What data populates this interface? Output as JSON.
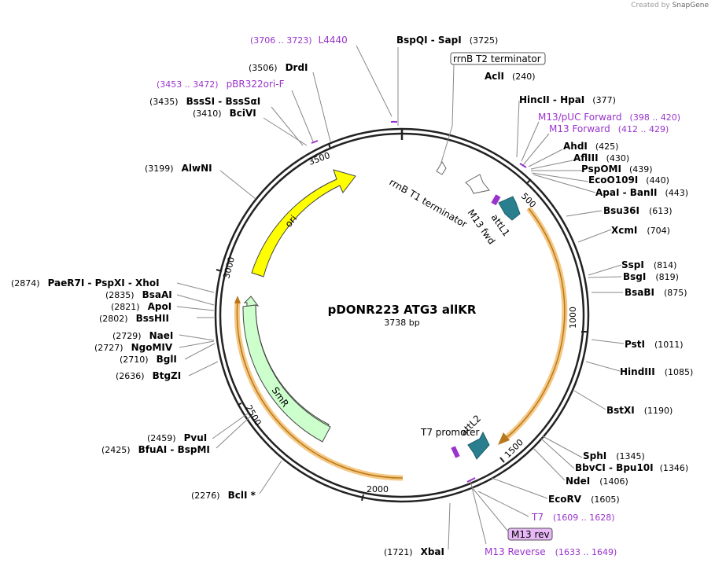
{
  "credit": {
    "prefix": "Created by",
    "brand": "SnapGene"
  },
  "plasmid": {
    "name": "pDONR223 ATG3 allKR",
    "length": "3738 bp"
  },
  "ticks": [
    "500",
    "1000",
    "1500",
    "2000",
    "2500",
    "3000",
    "3500"
  ],
  "features": {
    "ori": "ori",
    "smr": "SmR",
    "rrnb_t1": "rrnB T1 terminator",
    "m13fwd": "M13 fwd",
    "attl1": "attL1",
    "t7prom": "T7 promoter",
    "attl2": "attL2",
    "rrnb_t2": "rrnB T2 terminator",
    "m13rev": "M13 rev"
  },
  "labels": [
    {
      "pos": "(3706 .. 3723)",
      "name": "L4440",
      "color": "#9933cc"
    },
    {
      "name": "BspQI  -  SapI",
      "pos": "(3725)",
      "color": "#000"
    },
    {
      "pos": "(3506)",
      "name": "DrdI",
      "color": "#000"
    },
    {
      "pos": "(3453 .. 3472)",
      "name": "pBR322ori-F",
      "color": "#9933cc"
    },
    {
      "pos": "(3435)",
      "name": "BssSI  -  BssSαI",
      "color": "#000"
    },
    {
      "pos": "(3410)",
      "name": "BciVI",
      "color": "#000"
    },
    {
      "pos": "(3199)",
      "name": "AlwNI",
      "color": "#000"
    },
    {
      "name": "AclI",
      "pos": "(240)",
      "color": "#000"
    },
    {
      "name": "HincII  -  HpaI",
      "pos": "(377)",
      "color": "#000"
    },
    {
      "name": "M13/pUC Forward",
      "pos": "(398 .. 420)",
      "color": "#9933cc"
    },
    {
      "name": "M13 Forward",
      "pos": "(412 .. 429)",
      "color": "#9933cc"
    },
    {
      "name": "AhdI",
      "pos": "(425)",
      "color": "#000"
    },
    {
      "name": "AflIII",
      "pos": "(430)",
      "color": "#000"
    },
    {
      "name": "PspOMI",
      "pos": "(439)",
      "color": "#000"
    },
    {
      "name": "EcoO109I",
      "pos": "(440)",
      "color": "#000"
    },
    {
      "name": "ApaI  -  BanII",
      "pos": "(443)",
      "color": "#000"
    },
    {
      "name": "Bsu36I",
      "pos": "(613)",
      "color": "#000"
    },
    {
      "name": "XcmI",
      "pos": "(704)",
      "color": "#000"
    },
    {
      "name": "SspI",
      "pos": "(814)",
      "color": "#000"
    },
    {
      "name": "BsgI",
      "pos": "(819)",
      "color": "#000"
    },
    {
      "name": "BsaBI",
      "pos": "(875)",
      "color": "#000"
    },
    {
      "name": "PstI",
      "pos": "(1011)",
      "color": "#000"
    },
    {
      "name": "HindIII",
      "pos": "(1085)",
      "color": "#000"
    },
    {
      "name": "BstXI",
      "pos": "(1190)",
      "color": "#000"
    },
    {
      "name": "SphI",
      "pos": "(1345)",
      "color": "#000"
    },
    {
      "name": "BbvCI  -  Bpu10I",
      "pos": "(1346)",
      "color": "#000"
    },
    {
      "name": "NdeI",
      "pos": "(1406)",
      "color": "#000"
    },
    {
      "name": "EcoRV",
      "pos": "(1605)",
      "color": "#000"
    },
    {
      "name": "T7",
      "pos": "(1609 .. 1628)",
      "color": "#9933cc"
    },
    {
      "name": "M13 Reverse",
      "pos": "(1633 .. 1649)",
      "color": "#9933cc"
    },
    {
      "pos": "(1721)",
      "name": "XbaI",
      "color": "#000"
    },
    {
      "pos": "(2276)",
      "name": "BclI *",
      "color": "#000"
    },
    {
      "pos": "(2425)",
      "name": "BfuAI  -  BspMI",
      "color": "#000"
    },
    {
      "pos": "(2459)",
      "name": "PvuI",
      "color": "#000"
    },
    {
      "pos": "(2636)",
      "name": "BtgZI",
      "color": "#000"
    },
    {
      "pos": "(2710)",
      "name": "BglI",
      "color": "#000"
    },
    {
      "pos": "(2727)",
      "name": "NgoMIV",
      "color": "#000"
    },
    {
      "pos": "(2729)",
      "name": "NaeI",
      "color": "#000"
    },
    {
      "pos": "(2802)",
      "name": "BssHII",
      "color": "#000"
    },
    {
      "pos": "(2821)",
      "name": "ApoI",
      "color": "#000"
    },
    {
      "pos": "(2835)",
      "name": "BsaAI",
      "color": "#000"
    },
    {
      "pos": "(2874)",
      "name": "PaeR7I  -  PspXI  -  XhoI",
      "color": "#000"
    }
  ],
  "colors": {
    "backbone": "#222222",
    "ori": "#ffff00",
    "smr": "#ccffcc",
    "att": "#2a7f8f",
    "orange": "#f5a623",
    "primer": "#9933cc"
  }
}
